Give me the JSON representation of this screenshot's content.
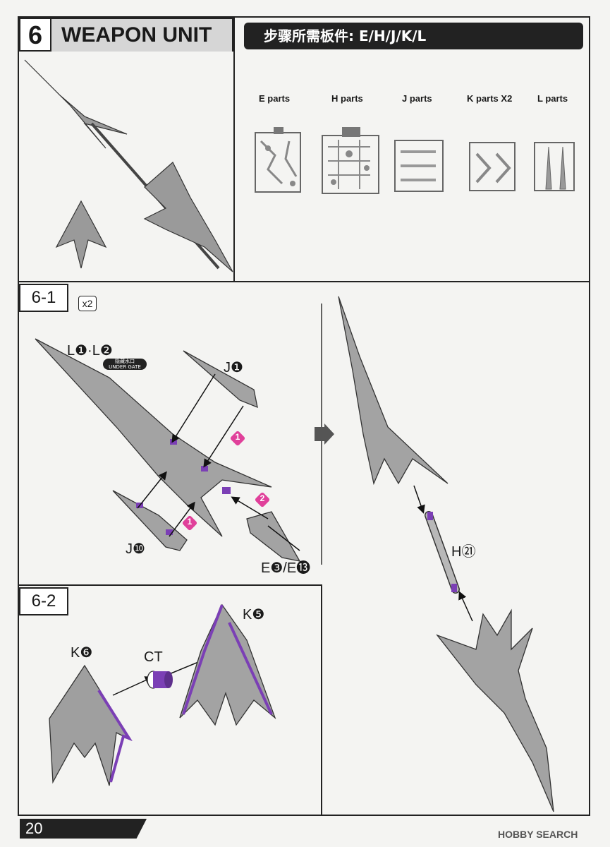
{
  "step": {
    "number": "6",
    "title": "WEAPON UNIT"
  },
  "parts_banner": "步骤所需板件:  E/H/J/K/L",
  "parts": [
    {
      "label": "E parts"
    },
    {
      "label": "H parts"
    },
    {
      "label": "J parts"
    },
    {
      "label": "K parts X2"
    },
    {
      "label": "L parts"
    }
  ],
  "substep1": {
    "label": "6-1",
    "multiplier": "x2",
    "callouts": {
      "l_parts": "L❶·L❷",
      "j1": "J❶",
      "j10": "J❿",
      "e_parts": "E❸/E⓭"
    },
    "under_gate": {
      "cn": "隐藏水口",
      "en": "UNDER GATE"
    },
    "markers": [
      "1",
      "1",
      "2"
    ]
  },
  "substep2": {
    "label": "6-2",
    "callouts": {
      "k6": "K❻",
      "ct": "CT",
      "k5": "K❺"
    }
  },
  "right_panel": {
    "h21": "H㉑"
  },
  "page_number": "20",
  "watermark": "HOBBY SEARCH",
  "colors": {
    "accent_purple": "#7b3fb5",
    "marker_pink": "#e0409a",
    "part_gray": "#9a9a9a"
  }
}
